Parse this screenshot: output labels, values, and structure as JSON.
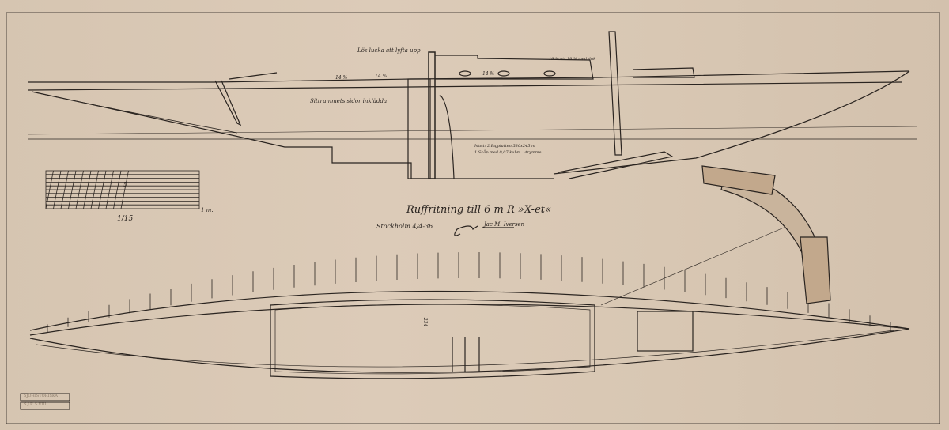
{
  "drawing": {
    "title": "Ruffritning till 6 m R »X-et«",
    "place_date": "Stockholm 4/4-36",
    "signature": "Jac M. Iversen",
    "scale": "1/15",
    "scale_unit": "1 m.",
    "scale_mark": "5",
    "notes": {
      "hatch": "Lös lucka att lyfta upp",
      "cockpit": "Sittrummets sidor inklädda",
      "dim1": "14 %",
      "dim2": "14 %",
      "dim3": "14 %",
      "roof": "19 % att 19 % med duk",
      "mast_note_1": "Mast: 2 Bajplatten 580x245 m",
      "mast_note_2": "1 Skåp med 0,07 kubm. utrymme",
      "width_mark": "234"
    },
    "stamp": [
      "SJÖHISTORISKA",
      "S.J.F. 5.VIII"
    ]
  },
  "colors": {
    "paper": "#d9c8b4",
    "ink": "#2a2420"
  }
}
